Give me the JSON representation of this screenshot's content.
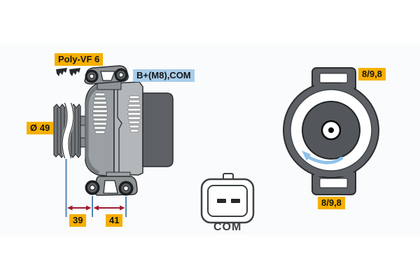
{
  "diagram": {
    "type": "alternator-technical-drawing",
    "labels": {
      "belt_type": "Poly-VF 6",
      "pulley_diameter": "Ø 49",
      "terminals": "B+(M8),COM",
      "dim_front": "39",
      "dim_rear": "41",
      "connector": "COM",
      "mount_top": "8/9,8",
      "mount_bottom": "8/9,8"
    },
    "icons": {
      "belt_profile": "belt-profile-icon",
      "rotation_direction": "rotation-direction-arrow-icon"
    },
    "colors": {
      "label_yellow": "#F6AF00",
      "label_blue": "#A9CDE9",
      "dimension_line_blue": "#5585B5",
      "dimension_arrow_red": "#9E1B30",
      "rotation_arrow_blue": "#8FC2EA",
      "body_gray": "#9AA0A4",
      "body_light_gray": "#B3B7BA",
      "body_dark_gray": "#5D6165",
      "pulley_gray": "#73787C",
      "outline": "#2B2E30"
    }
  }
}
